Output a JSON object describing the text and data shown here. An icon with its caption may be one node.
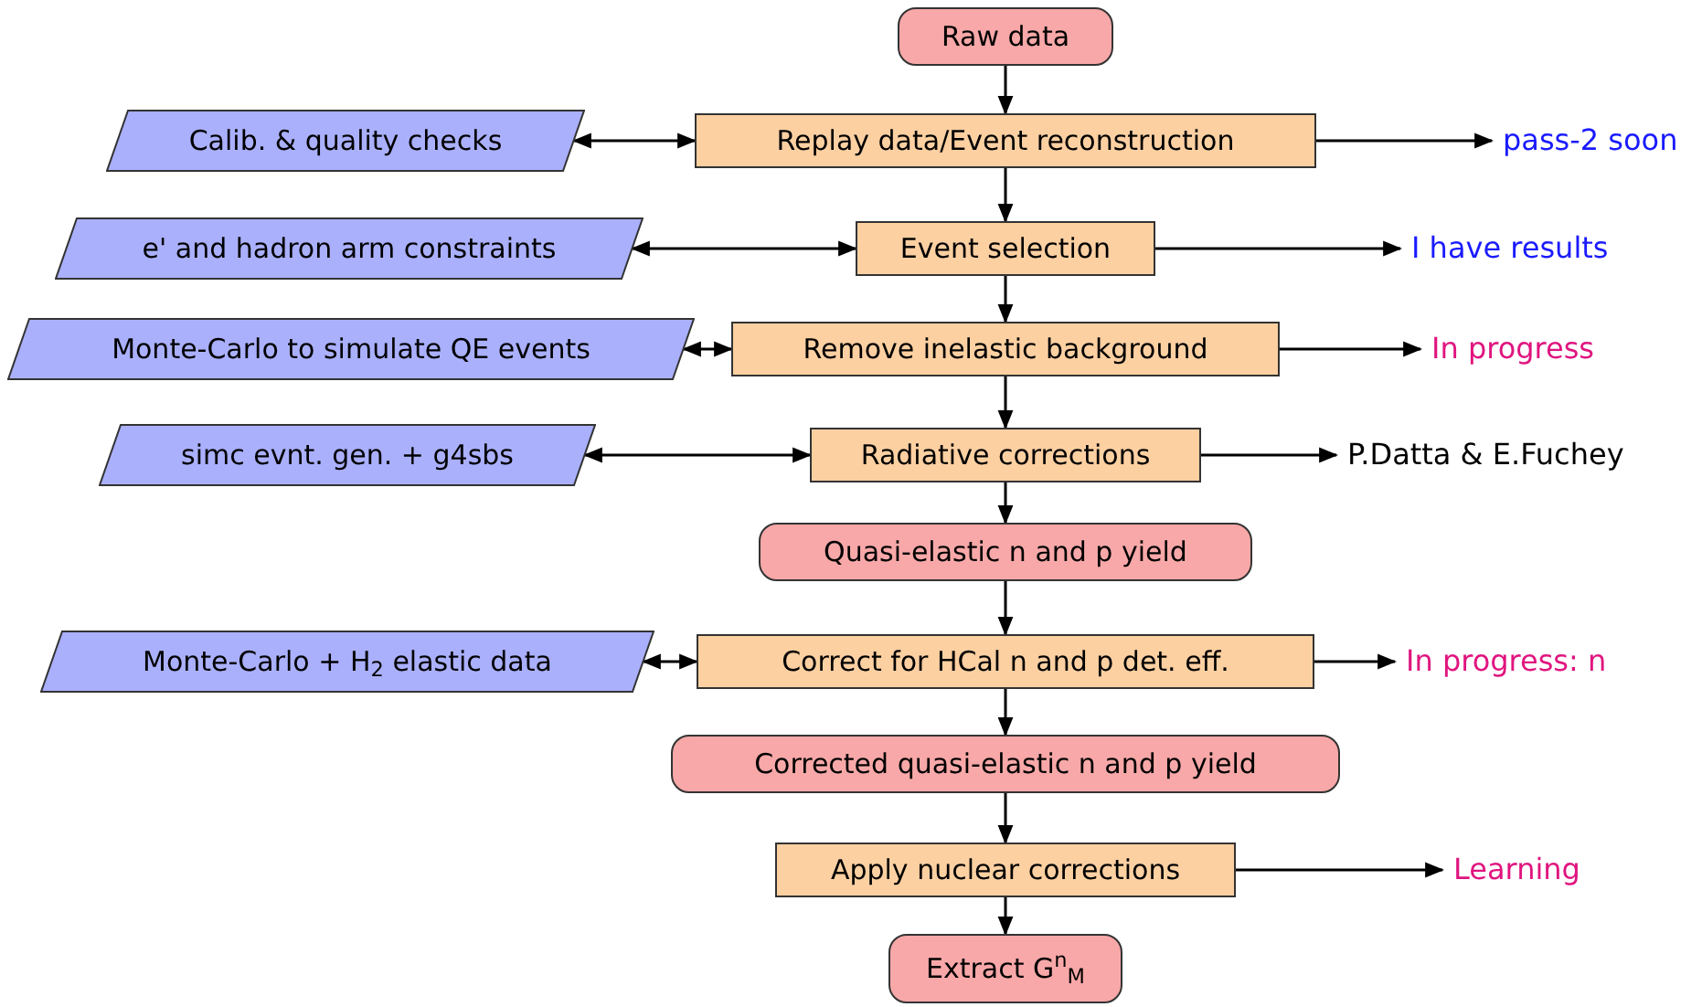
{
  "diagram": {
    "nodes": [
      {
        "text": [
          "Raw data"
        ]
      },
      {
        "text": [
          "Calib. & quality checks"
        ]
      },
      {
        "text": [
          "Replay data/Event reconstruction"
        ]
      },
      {
        "text": [
          "pass-2 soon"
        ]
      },
      {
        "text": [
          "e' and hadron arm constraints"
        ]
      },
      {
        "text": [
          "Event selection"
        ]
      },
      {
        "text": [
          "I have results"
        ]
      },
      {
        "text": [
          "Monte-Carlo to simulate QE events"
        ]
      },
      {
        "text": [
          "Remove inelastic background"
        ]
      },
      {
        "text": [
          "In progress"
        ]
      },
      {
        "text": [
          "simc evnt. gen. + g4sbs"
        ]
      },
      {
        "text": [
          "Radiative corrections"
        ]
      },
      {
        "text": [
          "P.Datta & E.Fuchey"
        ]
      },
      {
        "text": [
          "Quasi-elastic n and p yield"
        ]
      },
      {
        "text": [
          "Monte-Carlo + H$_{2}$ elastic data"
        ]
      },
      {
        "text": [
          "Correct for HCal n and p det. eff."
        ]
      },
      {
        "text": [
          "In progress: n"
        ]
      },
      {
        "text": [
          "Corrected quasi-elastic n and p yield"
        ]
      },
      {
        "text": [
          "Apply nuclear corrections"
        ]
      },
      {
        "text": [
          "Learning"
        ]
      },
      {
        "text": [
          "Extract G$^{n}$$_{M}$"
        ]
      }
    ],
    "edges": [
      {
        "from": 0,
        "to": 2,
        "arrow": "to"
      },
      {
        "from": 1,
        "to": 2,
        "arrow": "both"
      },
      {
        "from": 2,
        "to": 3,
        "arrow": "to"
      },
      {
        "from": 2,
        "to": 5,
        "arrow": "to"
      },
      {
        "from": 4,
        "to": 5,
        "arrow": "both"
      },
      {
        "from": 5,
        "to": 6,
        "arrow": "to"
      },
      {
        "from": 5,
        "to": 8,
        "arrow": "to"
      },
      {
        "from": 7,
        "to": 8,
        "arrow": "both"
      },
      {
        "from": 8,
        "to": 9,
        "arrow": "to"
      },
      {
        "from": 8,
        "to": 11,
        "arrow": "to"
      },
      {
        "from": 10,
        "to": 11,
        "arrow": "both"
      },
      {
        "from": 11,
        "to": 12,
        "arrow": "to"
      },
      {
        "from": 11,
        "to": 13,
        "arrow": "to"
      },
      {
        "from": 13,
        "to": 15,
        "arrow": "to"
      },
      {
        "from": 14,
        "to": 15,
        "arrow": "both"
      },
      {
        "from": 15,
        "to": 16,
        "arrow": "to"
      },
      {
        "from": 15,
        "to": 17,
        "arrow": "to"
      },
      {
        "from": 17,
        "to": 18,
        "arrow": "to"
      },
      {
        "from": 18,
        "to": 19,
        "arrow": "to"
      },
      {
        "from": 18,
        "to": 20,
        "arrow": "to"
      }
    ]
  }
}
